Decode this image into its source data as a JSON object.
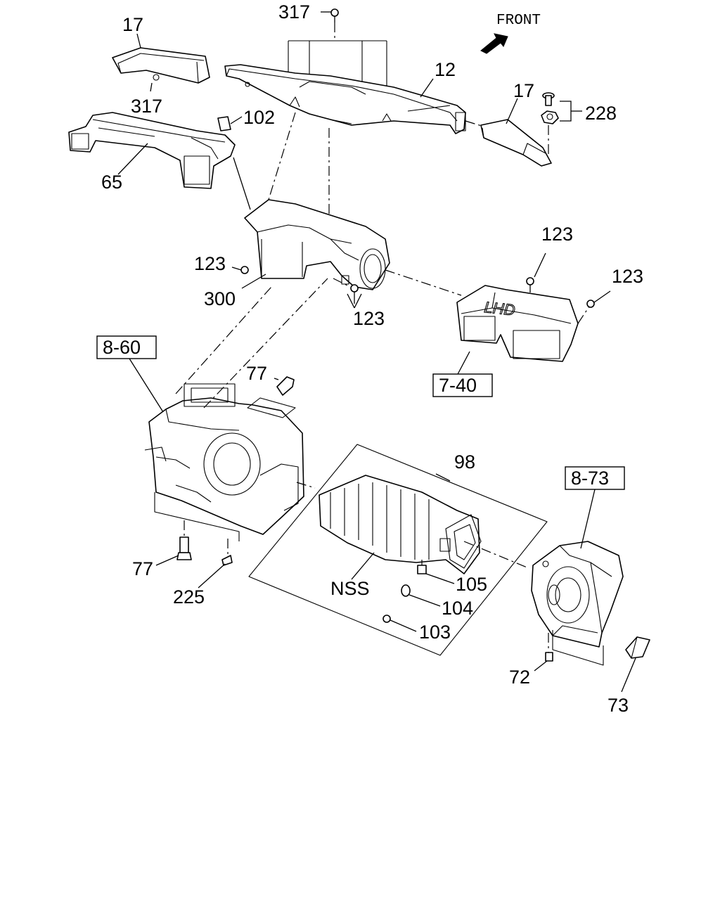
{
  "direction_label": "FRONT",
  "embossed_mark": "LHD",
  "callouts": {
    "c317_top": "317",
    "c17_left": "17",
    "c317_left": "317",
    "c12": "12",
    "c17_right": "17",
    "c228": "228",
    "c102": "102",
    "c65": "65",
    "c123_a": "123",
    "c300": "300",
    "c123_b": "123",
    "c123_c": "123",
    "c123_d": "123",
    "c8_60": "8-60",
    "c77_top": "77",
    "c7_40": "7-40",
    "c98": "98",
    "c8_73": "8-73",
    "c77_bottom": "77",
    "c225": "225",
    "cNSS": "NSS",
    "c105": "105",
    "c104": "104",
    "c103": "103",
    "c72": "72",
    "c73": "73"
  },
  "icons": {
    "front_arrow": "front-arrow-icon"
  }
}
